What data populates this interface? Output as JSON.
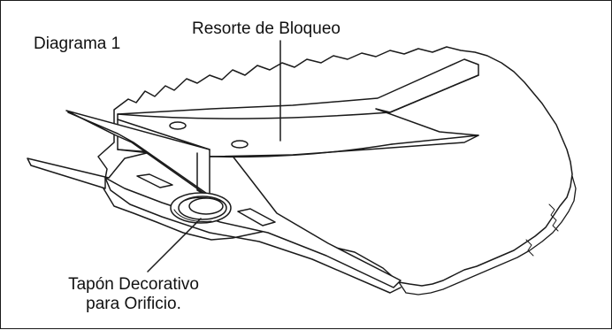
{
  "diagram": {
    "title": "Diagrama 1",
    "labels": {
      "spring": "Resorte de Bloqueo",
      "cap_line1": "Tapón Decorativo",
      "cap_line2": "para Orificio."
    },
    "colors": {
      "stroke": "#1a1a1a",
      "background": "#ffffff"
    }
  }
}
